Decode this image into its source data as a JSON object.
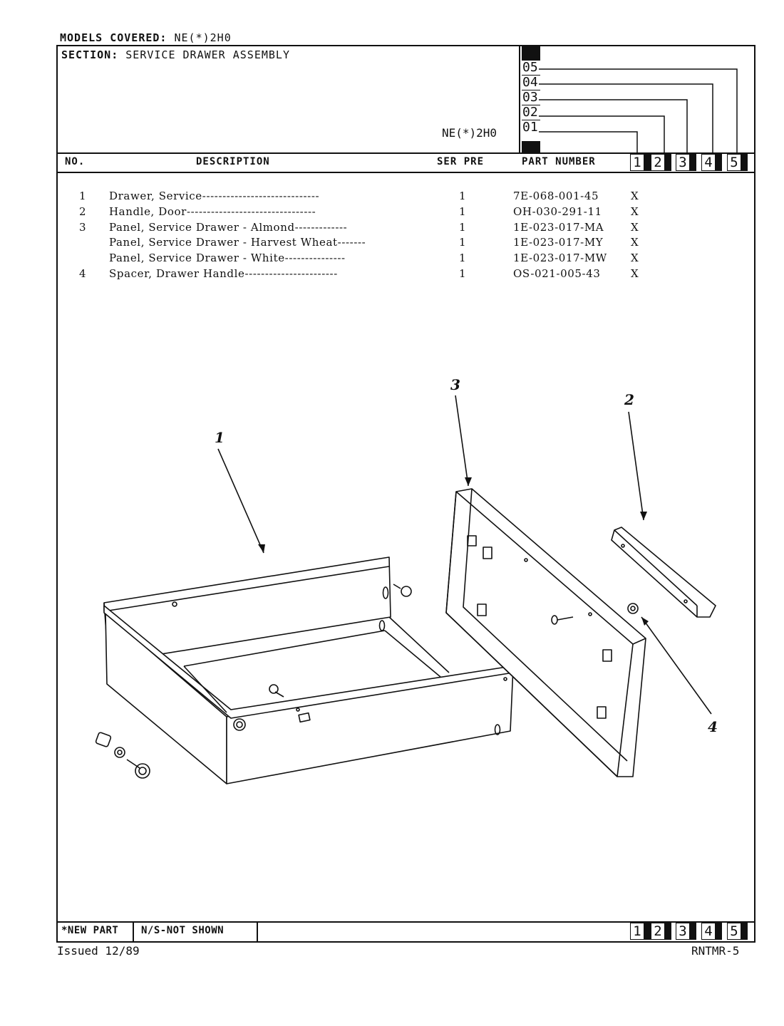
{
  "header": {
    "models_label": "MODELS COVERED:",
    "models_value": "NE(*)2H0",
    "section_label": "SECTION:",
    "section_value": "SERVICE DRAWER ASSEMBLY",
    "model_name": "NE(*)2H0",
    "revisions": [
      "05",
      "04",
      "03",
      "02",
      "01"
    ]
  },
  "columns": {
    "no": "NO.",
    "description": "DESCRIPTION",
    "ser_pre": "SER PRE",
    "part_number": "PART NUMBER",
    "model_cols": [
      "1",
      "2",
      "3",
      "4",
      "5"
    ]
  },
  "parts": [
    {
      "no": "1",
      "desc": "Drawer, Service-----------------------------",
      "qty": "1",
      "part": "7E-068-001-45",
      "mark": "X"
    },
    {
      "no": "2",
      "desc": "Handle, Door--------------------------------",
      "qty": "1",
      "part": "OH-030-291-11",
      "mark": "X"
    },
    {
      "no": "3",
      "desc": "Panel, Service Drawer - Almond-------------",
      "qty": "1",
      "part": "1E-023-017-MA",
      "mark": "X"
    },
    {
      "no": "",
      "desc": "Panel, Service Drawer - Harvest Wheat-------",
      "qty": "1",
      "part": "1E-023-017-MY",
      "mark": "X"
    },
    {
      "no": "",
      "desc": "Panel, Service Drawer - White---------------",
      "qty": "1",
      "part": "1E-023-017-MW",
      "mark": "X"
    },
    {
      "no": "4",
      "desc": "Spacer, Drawer Handle-----------------------",
      "qty": "1",
      "part": "OS-021-005-43",
      "mark": "X"
    }
  ],
  "diagram": {
    "callouts": [
      "1",
      "3",
      "2",
      "4"
    ]
  },
  "footer": {
    "new_part": "*NEW PART",
    "not_shown": "N/S-NOT SHOWN",
    "issued": "Issued 12/89",
    "code": "RNTMR-5"
  }
}
